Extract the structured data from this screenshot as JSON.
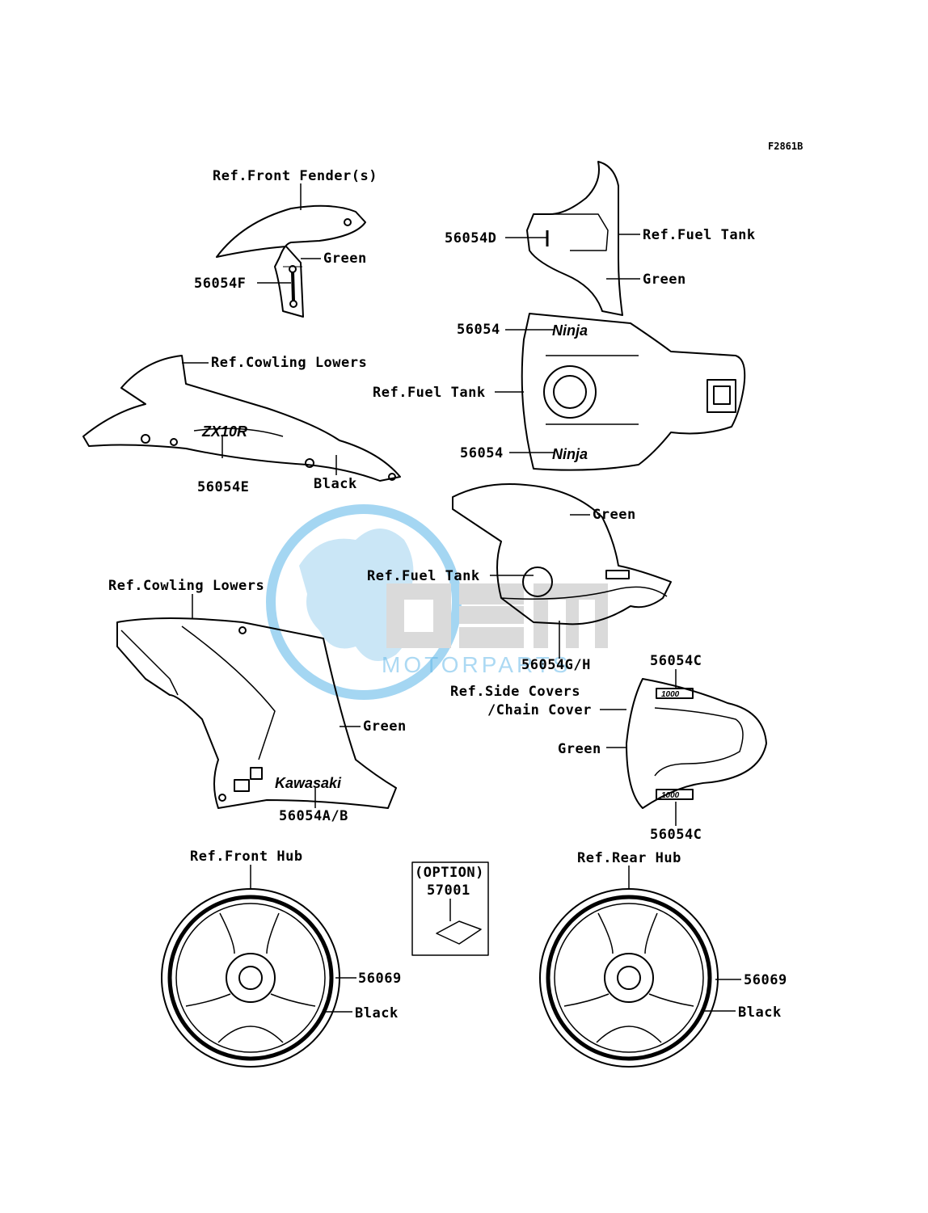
{
  "figure_code": "F2861B",
  "watermark": {
    "brand": "MOTORPARTS",
    "color": "#5bb5e8"
  },
  "emblems": {
    "ninja": "Ninja",
    "zx10r": "ZX10R",
    "kawasaki": "Kawasaki",
    "1000": "1000"
  },
  "labels": {
    "ref_front_fender": "Ref.Front Fender(s)",
    "green_fender": "Green",
    "part_56054F": "56054F",
    "part_56054D": "56054D",
    "ref_fuel_tank_top": "Ref.Fuel Tank",
    "green_tank_top": "Green",
    "part_56054_top": "56054",
    "ref_fuel_tank_mid": "Ref.Fuel Tank",
    "part_56054_bottom": "56054",
    "ref_cowling_lowers_top": "Ref.Cowling Lowers",
    "part_56054E": "56054E",
    "black_cowling": "Black",
    "green_tank_cover": "Green",
    "ref_fuel_tank_cover": "Ref.Fuel Tank",
    "part_56054GH": "56054G/H",
    "ref_cowling_lowers_bottom": "Ref.Cowling Lowers",
    "green_cowling": "Green",
    "part_56054AB": "56054A/B",
    "part_56054C_top": "56054C",
    "ref_side_covers": "Ref.Side Covers",
    "chain_cover": "/Chain Cover",
    "green_seat": "Green",
    "part_56054C_bottom": "56054C",
    "ref_front_hub": "Ref.Front Hub",
    "part_56069_front": "56069",
    "black_front": "Black",
    "option": "(OPTION)",
    "part_57001": "57001",
    "ref_rear_hub": "Ref.Rear Hub",
    "part_56069_rear": "56069",
    "black_rear": "Black"
  }
}
